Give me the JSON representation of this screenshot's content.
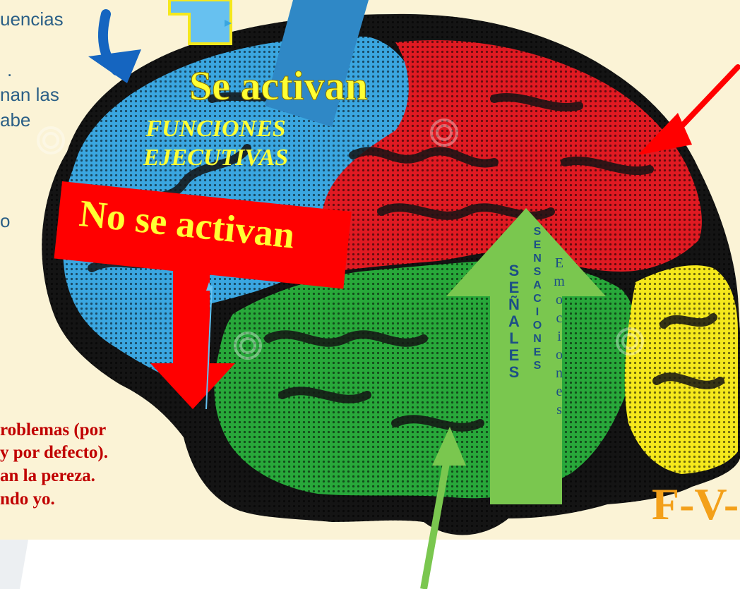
{
  "cfg_text": [
    "uencias",
    ".",
    "nan las",
    "abe",
    "o"
  ],
  "diagram": {
    "se_activan": "Se activan",
    "funciones_line1": "FUNCIONES",
    "funciones_line2": "EJECUTIVAS",
    "no_se_activan": "No se activan",
    "señales": [
      "S",
      "E",
      "Ñ",
      "A",
      "L",
      "E",
      "S"
    ],
    "sensaciones": [
      "S",
      "E",
      "N",
      "S",
      "A",
      "C",
      "I",
      "O",
      "N",
      "E",
      "S"
    ],
    "emociones": [
      "E",
      "m",
      "o",
      "c",
      "i",
      "o",
      "n",
      "e",
      "s"
    ],
    "bottom_left_lines": [
      "roblemas (por",
      "y por defecto).",
      "an la pereza.",
      "ndo yo."
    ],
    "fv_label": "F-V-"
  },
  "colors": {
    "page_bg": "#fbf3d6",
    "frontal": "#3aa6e0",
    "parietal": "#e01a22",
    "temporal": "#28a83a",
    "occipital": "#f5e81c",
    "red_arrow": "#ff0000",
    "green_arrow": "#7ac74f",
    "blue_arrow": "#2f88c6",
    "dark_blue_arrow": "#1565c0"
  }
}
